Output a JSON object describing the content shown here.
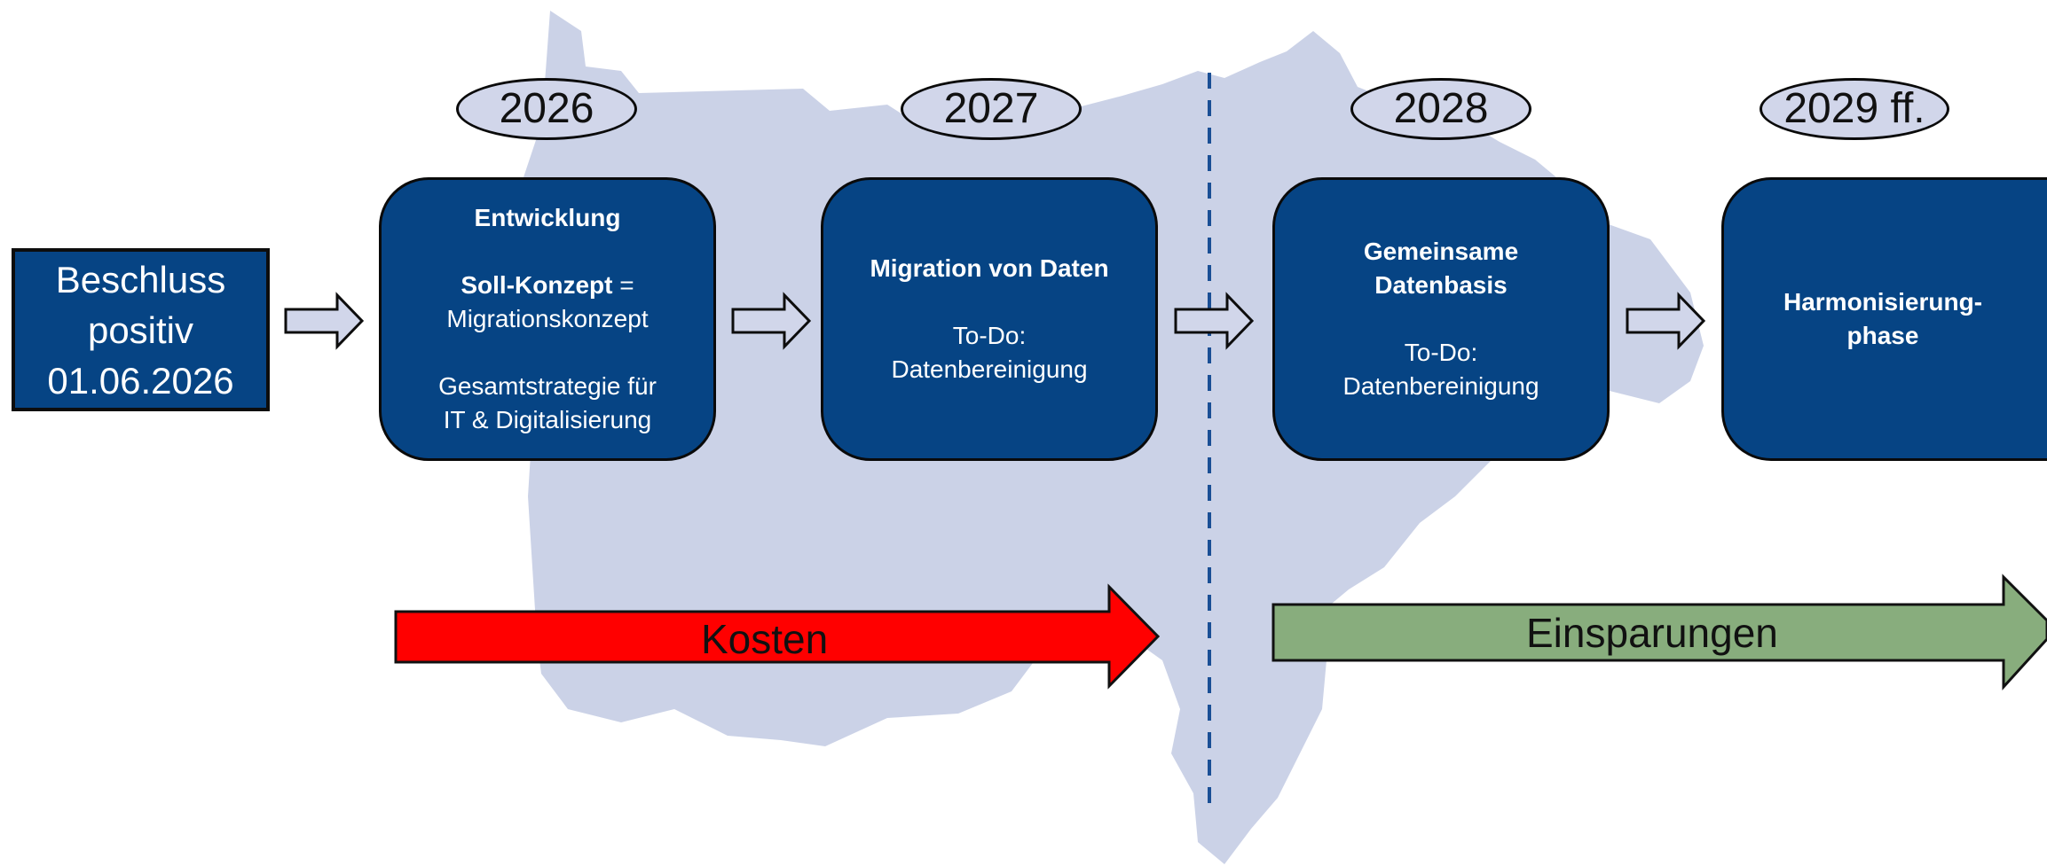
{
  "decision": {
    "lines": [
      "Beschluss",
      "positiv",
      "01.06.2026"
    ]
  },
  "years": [
    "2026",
    "2027",
    "2028",
    "2029 ff."
  ],
  "phases": [
    {
      "title": "Entwicklung",
      "concept_bold": "Soll-Konzept",
      "concept_rest": " =",
      "concept_line2": "Migrationskonzept",
      "strategy_line1": "Gesamtstrategie für",
      "strategy_line2": "IT & Digitalisierung"
    },
    {
      "title": "Migration von Daten",
      "todo_label": "To-Do:",
      "todo_text": "Datenbereinigung"
    },
    {
      "title_line1": "Gemeinsame",
      "title_line2": "Datenbasis",
      "todo_label": "To-Do:",
      "todo_text": "Datenbereinigung"
    },
    {
      "title_line1": "Harmonisierung-",
      "title_line2": "phase"
    }
  ],
  "bands": {
    "costs": {
      "label": "Kosten",
      "color": "#ff0000"
    },
    "savings": {
      "label": "Einsparungen",
      "color": "#88ad7d"
    }
  },
  "colors": {
    "box_fill": "#064484",
    "year_fill": "#d1d6ea",
    "map_fill": "#cbd2e7",
    "divider": "#1a4f95"
  }
}
